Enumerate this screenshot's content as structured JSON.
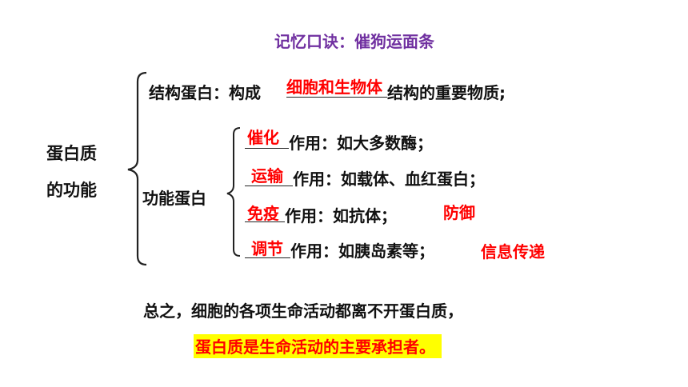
{
  "mnemonic": "记忆口诀：催狗运面条",
  "root": {
    "line1": "蛋白质",
    "line2": "的功能"
  },
  "structural": {
    "prefix": "结构蛋白：构成",
    "answer": "细胞和生物体",
    "suffix": "结构的重要物质;"
  },
  "functional": {
    "label": "功能蛋白",
    "items": [
      {
        "answer": "催化",
        "text": "作用：如大多数酶；",
        "note": ""
      },
      {
        "answer": "运输",
        "text": "作用：如载体、血红蛋白；",
        "note": ""
      },
      {
        "answer": "免疫",
        "text": "作用：如抗体；",
        "note": "防御"
      },
      {
        "answer": "调节",
        "text": "作用：如胰岛素等；",
        "note": "信息传递"
      }
    ]
  },
  "summary": "总之，细胞的各项生命活动都离不开蛋白质，",
  "conclusion": "蛋白质是生命活动的主要承担者。",
  "colors": {
    "mnemonic": "#7030a0",
    "answer": "#ff0000",
    "highlight": "#ffff00",
    "text": "#111111"
  }
}
